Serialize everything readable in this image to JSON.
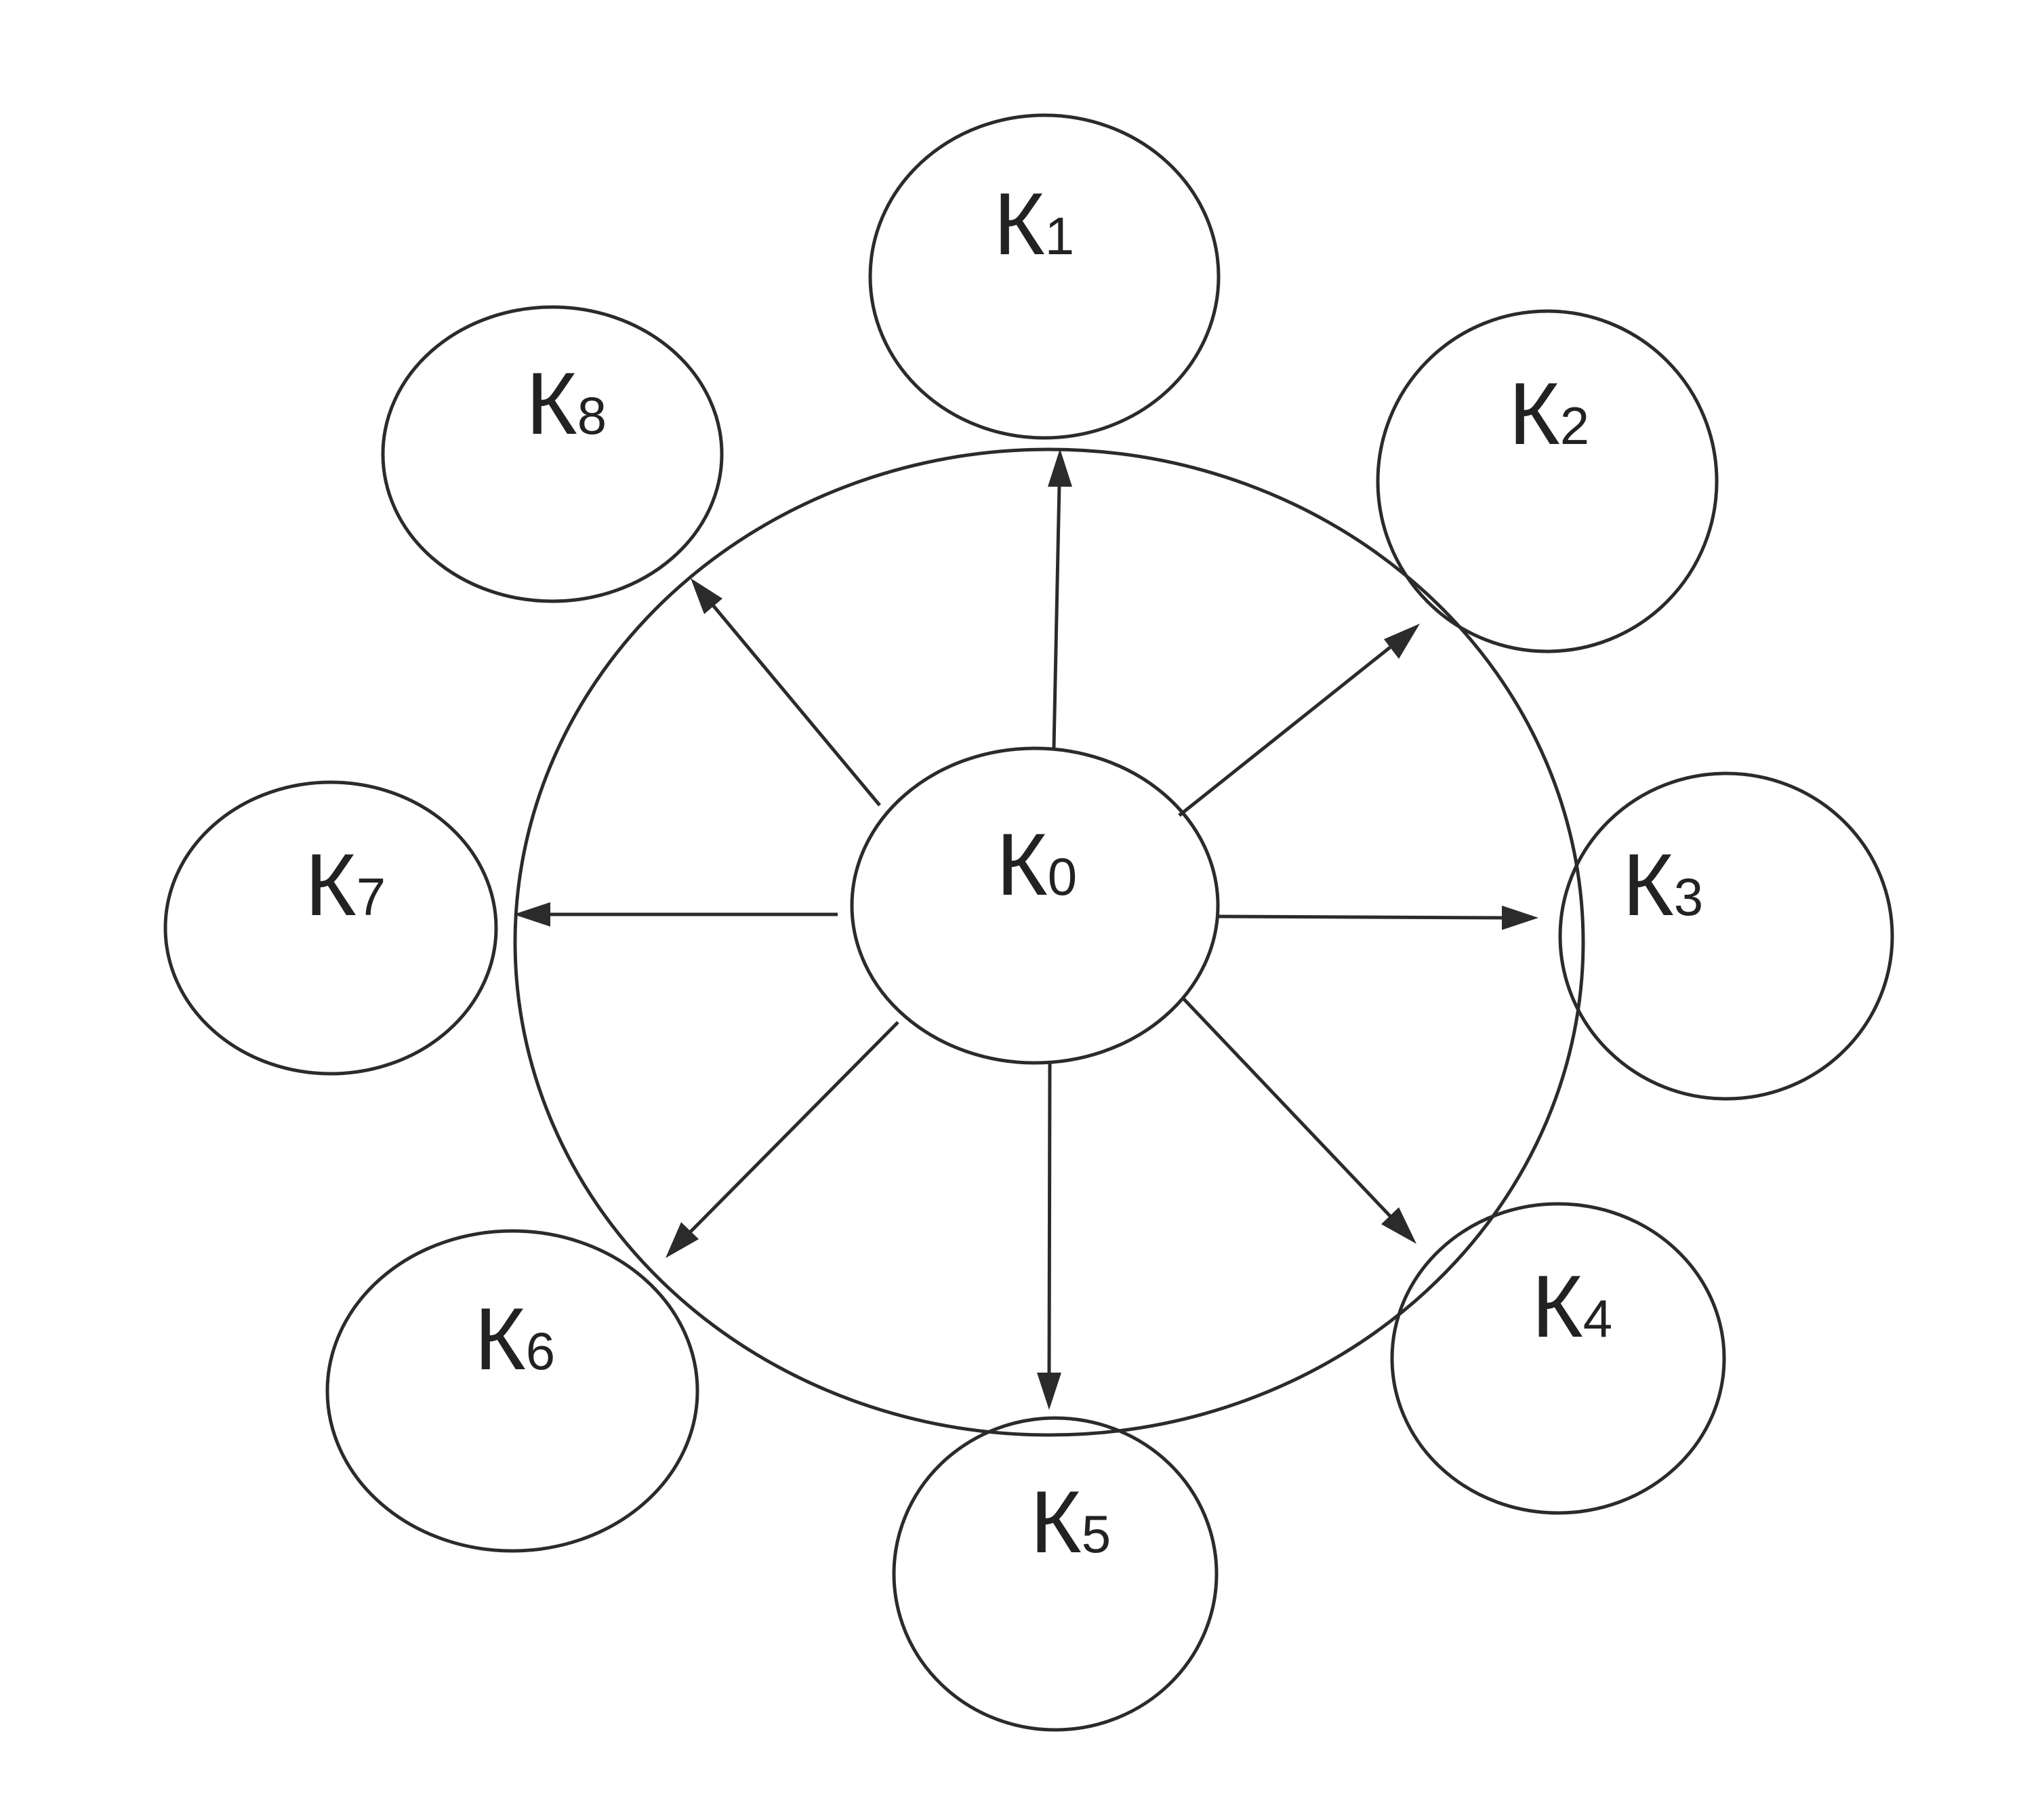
{
  "diagram": {
    "center": {
      "id": "K0",
      "letter": "К",
      "index": "0"
    },
    "outer_nodes": [
      {
        "id": "K1",
        "letter": "К",
        "index": "1"
      },
      {
        "id": "K2",
        "letter": "К",
        "index": "2"
      },
      {
        "id": "K3",
        "letter": "К",
        "index": "3"
      },
      {
        "id": "K4",
        "letter": "К",
        "index": "4"
      },
      {
        "id": "K5",
        "letter": "К",
        "index": "5"
      },
      {
        "id": "K6",
        "letter": "К",
        "index": "6"
      },
      {
        "id": "K7",
        "letter": "К",
        "index": "7"
      },
      {
        "id": "K8",
        "letter": "К",
        "index": "8"
      }
    ],
    "edges": [
      {
        "from": "K0",
        "to": "K1"
      },
      {
        "from": "K0",
        "to": "K2"
      },
      {
        "from": "K0",
        "to": "K3"
      },
      {
        "from": "K0",
        "to": "K4"
      },
      {
        "from": "K0",
        "to": "K5"
      },
      {
        "from": "K0",
        "to": "K6"
      },
      {
        "from": "K0",
        "to": "K7"
      },
      {
        "from": "K0",
        "to": "K8"
      }
    ],
    "stroke_color": "#2b2b2b",
    "text_color": "#222222"
  }
}
